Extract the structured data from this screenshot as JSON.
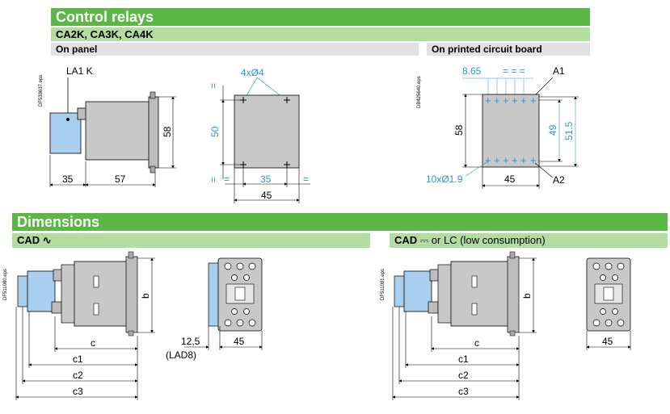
{
  "control_relays": {
    "title": "Control relays",
    "subtitle": "CA2K, CA3K, CA4K",
    "on_panel": "On panel",
    "on_pcb": "On printed circuit board",
    "side": {
      "code": "DF533637.eps",
      "label": "LA1 K",
      "d35": "35",
      "d57": "57",
      "d58": "58"
    },
    "mount": {
      "holes": "4xØ4",
      "d50": "50",
      "d35": "35",
      "d45": "45",
      "eq": "="
    },
    "pcb": {
      "code": "DB425640.eps",
      "d865": "8.65",
      "eq3": "= = =",
      "a1": "A1",
      "a2": "A2",
      "d58": "58",
      "d49": "49",
      "d515": "51.5",
      "holes": "10xØ1.9",
      "d45": "45"
    }
  },
  "dimensions": {
    "title": "Dimensions",
    "cad_ac": "CAD ∿",
    "cad_dc_prefix": "CAD",
    "cad_dc_symbol": "⎓",
    "cad_dc_suffix": " or LC (low consumption)",
    "left": {
      "code": "DF511080.eps",
      "b": "b",
      "c": "c",
      "c1": "c1",
      "c2": "c2",
      "c3": "c3",
      "d125": "12,5",
      "lad8": "(LAD8)",
      "d45": "45"
    },
    "right": {
      "code": "DF511081.eps",
      "b": "b",
      "c": "c",
      "c1": "c1",
      "c2": "c2",
      "c3": "c3",
      "d45": "45"
    }
  },
  "colors": {
    "green": "#5cb646",
    "light_green": "#b3dca0",
    "grey_bar": "#e1e1e1",
    "body": "#c8c8c8",
    "blue": "#a9cfee",
    "dim_blue": "#2a96d2"
  }
}
